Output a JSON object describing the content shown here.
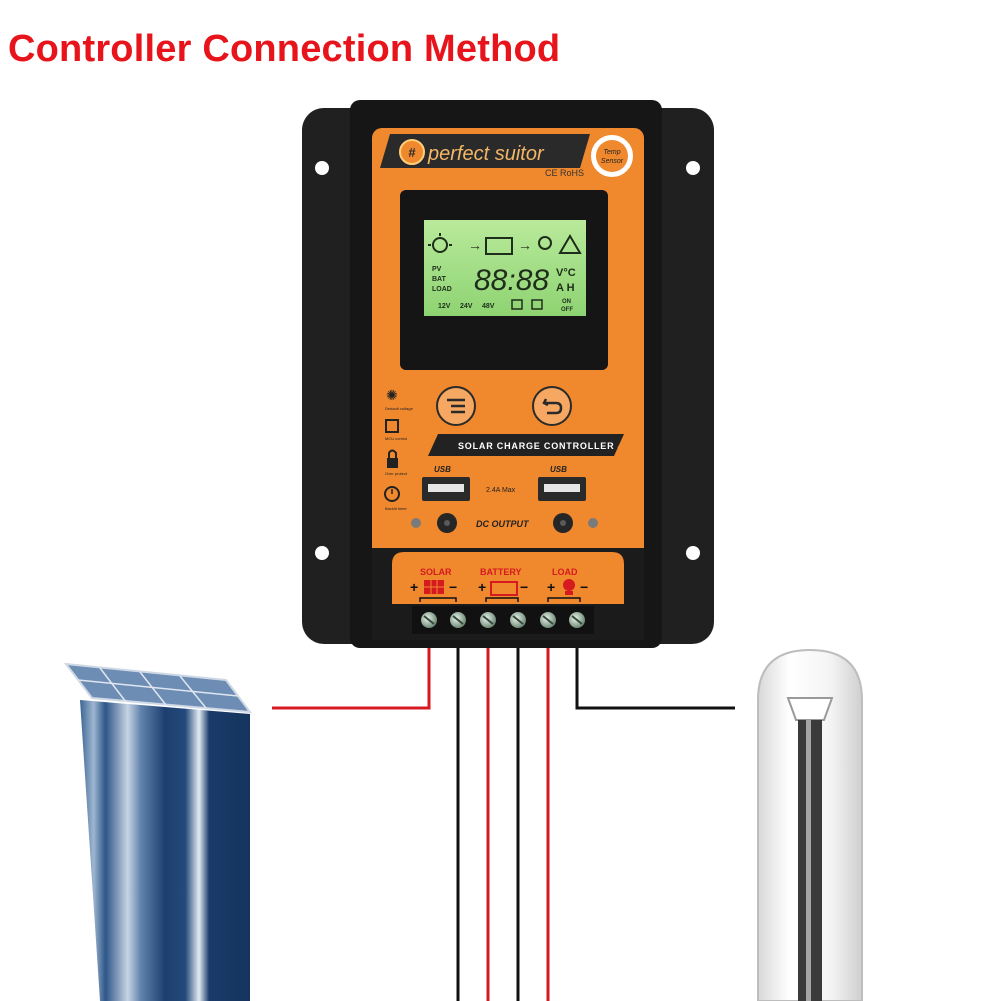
{
  "title": "Controller Connection Method",
  "brand": {
    "name": "perfect suitor",
    "certifications": "CE RoHS",
    "temp_sensor_line1": "Temp",
    "temp_sensor_line2": "Sensor"
  },
  "lcd": {
    "digits": "88:88",
    "unit_top": "V°C",
    "unit_bottom": "A H",
    "row_labels": [
      "PV",
      "BAT",
      "LOAD"
    ],
    "voltages": [
      "12V",
      "24V",
      "48V"
    ],
    "on": "ON",
    "off": "OFF"
  },
  "panel": {
    "controller_label": "SOLAR CHARGE CONTROLLER",
    "usb_label": "USB",
    "usb_rating": "2.4A Max",
    "dc_output": "DC OUTPUT",
    "side_labels": [
      "Dedault voltage",
      "MCU control",
      "Over protect",
      "Backlit timer"
    ]
  },
  "terminals": {
    "solar": "SOLAR",
    "battery": "BATTERY",
    "load": "LOAD",
    "plus": "+",
    "minus": "−"
  },
  "colors": {
    "title": "#e8141b",
    "panel_orange": "#f0892e",
    "housing": "#1e1e1e",
    "lcd_green": "#a6df8a",
    "wire_red": "#d61a20",
    "wire_black": "#111111"
  }
}
